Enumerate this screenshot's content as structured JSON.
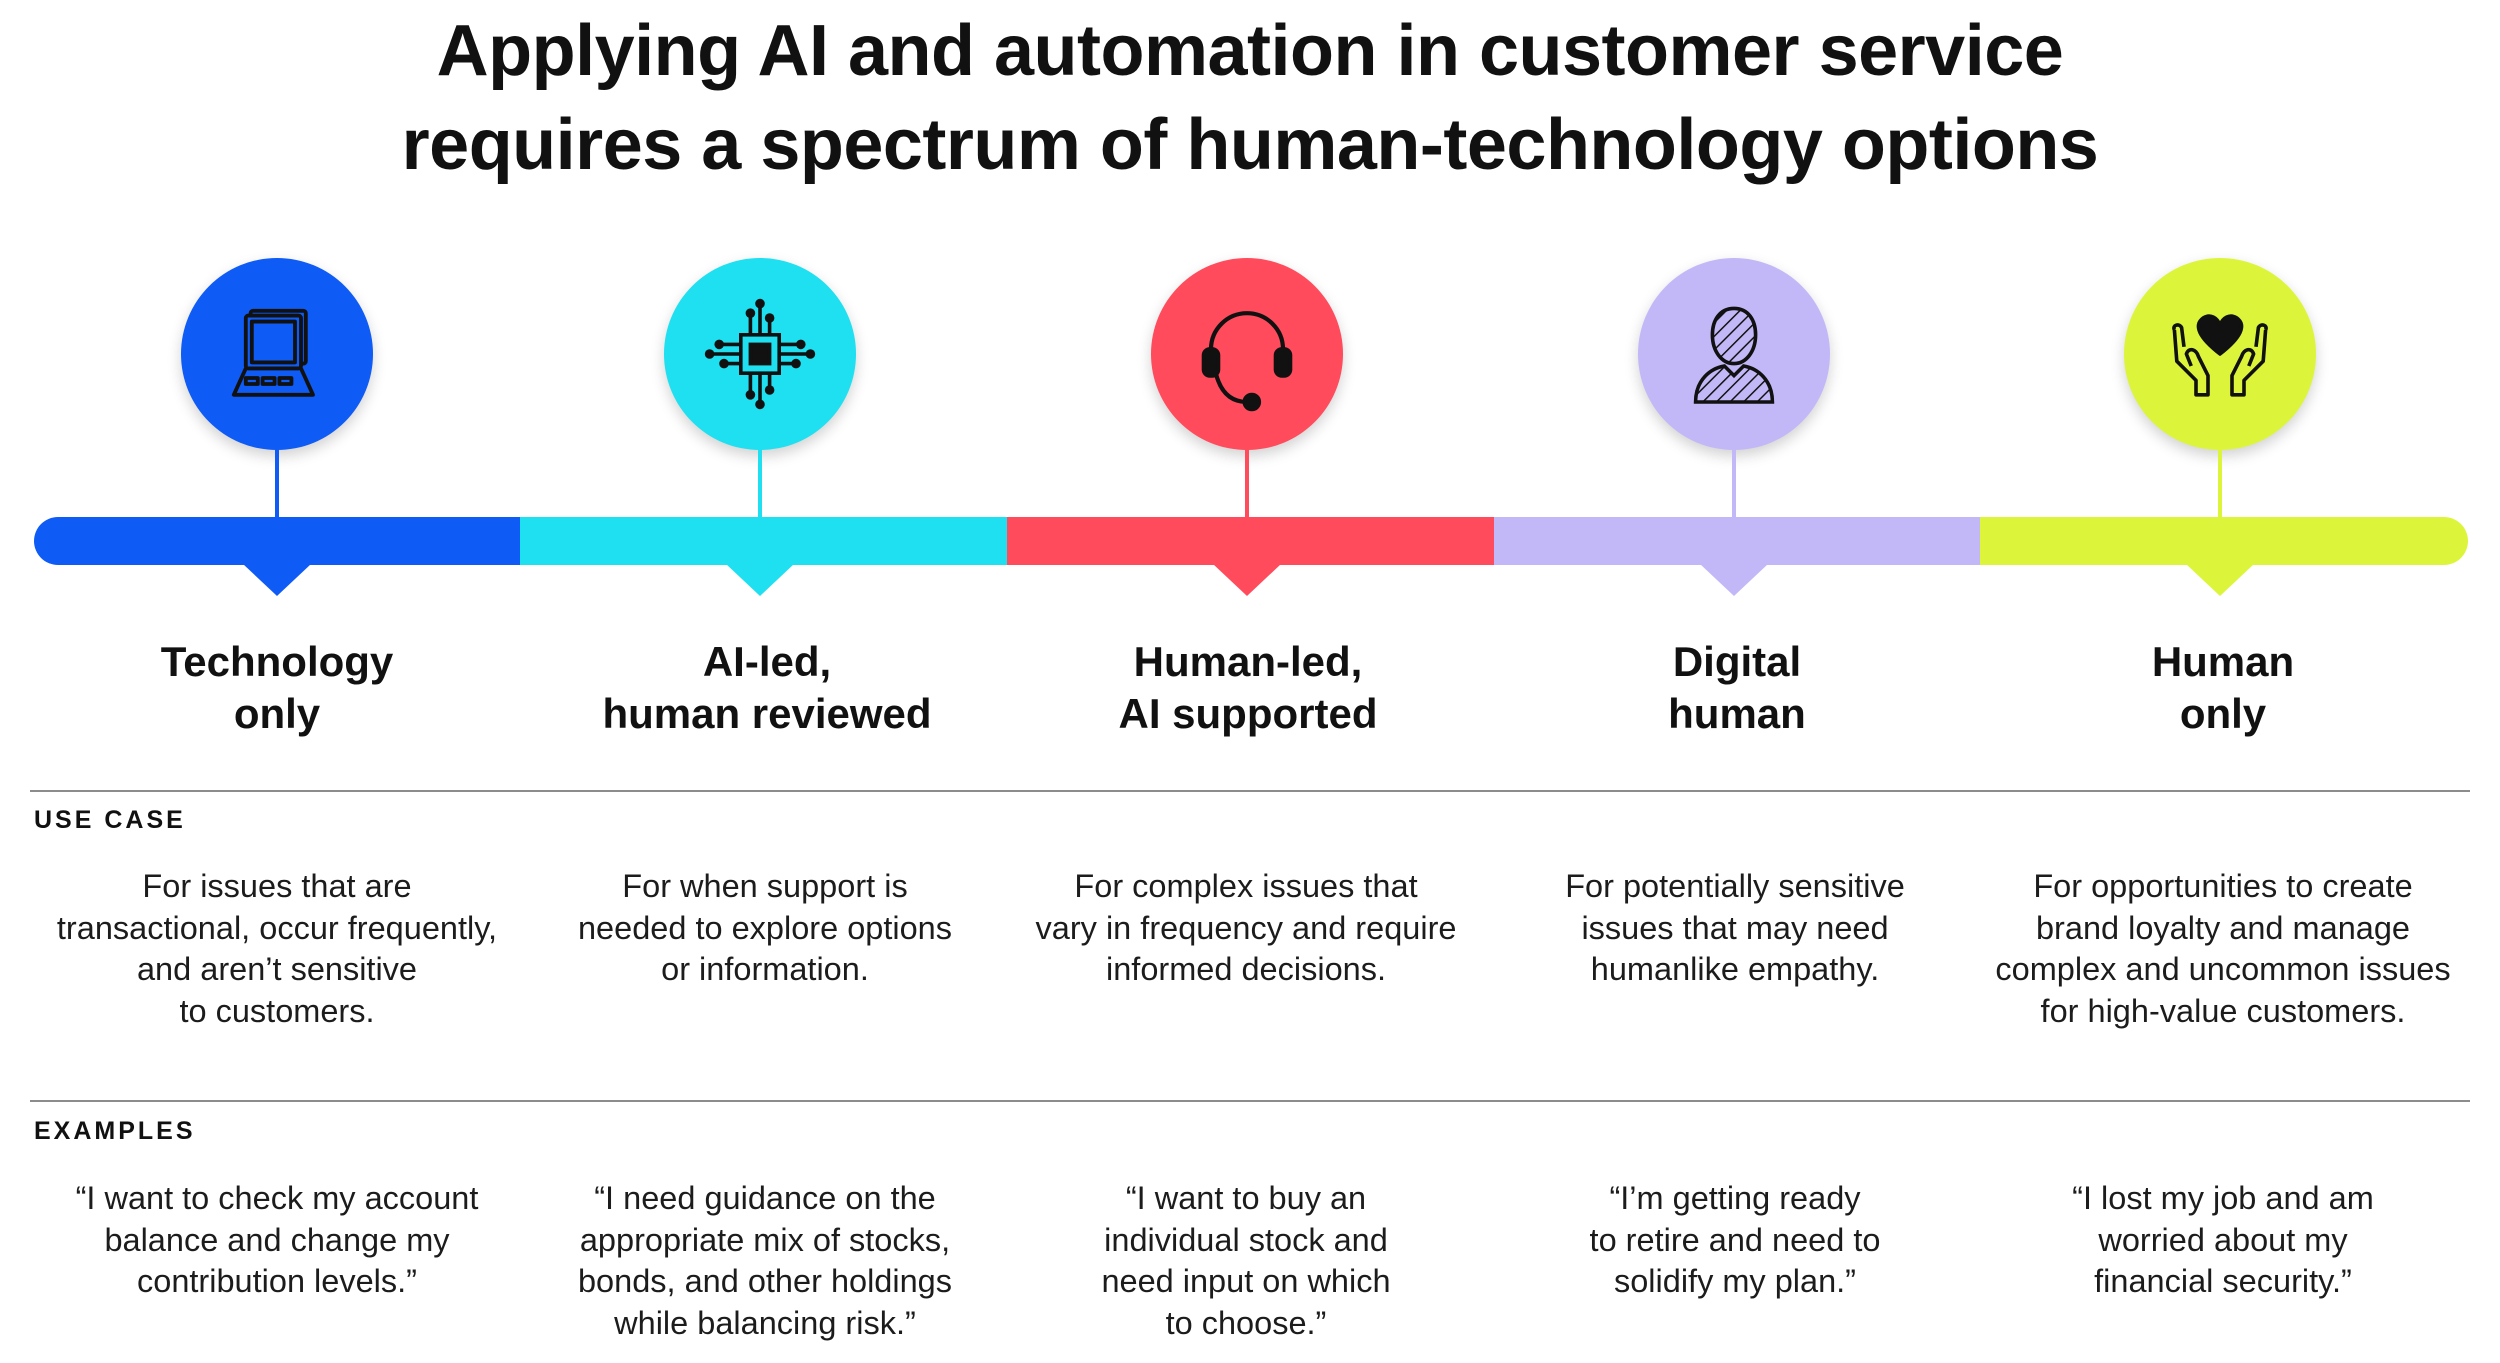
{
  "title": {
    "line1": "Applying AI and automation in customer service",
    "line2": "requires a spectrum of human-technology options"
  },
  "sections": {
    "use_case_label": "USE CASE",
    "examples_label": "EXAMPLES"
  },
  "options": [
    {
      "title_line1": "Technology",
      "title_line2": "only",
      "color": "#0f5bf5",
      "icon": "laptop-icon",
      "use_case": [
        "For issues that are",
        "transactional, occur frequently,",
        "and aren’t sensitive",
        "to customers."
      ],
      "example": [
        "“I want to check my account",
        "balance and change my",
        "contribution levels.”"
      ]
    },
    {
      "title_line1": "AI-led,",
      "title_line2": "human reviewed",
      "color": "#1ee0f0",
      "icon": "chip-icon",
      "use_case": [
        "For when support is",
        "needed to explore options",
        "or information."
      ],
      "example": [
        "“I need guidance on the",
        "appropriate mix of stocks,",
        "bonds, and other holdings",
        "while balancing risk.”"
      ]
    },
    {
      "title_line1": "Human-led,",
      "title_line2": "AI supported",
      "color": "#ff4b5c",
      "icon": "headset-icon",
      "use_case": [
        "For complex issues that",
        "vary in frequency and require",
        "informed decisions."
      ],
      "example": [
        "“I want to buy an",
        "individual stock and",
        "need input on which",
        "to choose.”"
      ]
    },
    {
      "title_line1": "Digital",
      "title_line2": "human",
      "color": "#c2b8f8",
      "icon": "person-icon",
      "use_case": [
        "For potentially sensitive",
        "issues that may need",
        "humanlike empathy."
      ],
      "example": [
        "“I’m getting ready",
        "to retire and need to",
        "solidify my plan.”"
      ]
    },
    {
      "title_line1": "Human",
      "title_line2": "only",
      "color": "#dcf53a",
      "icon": "hands-heart-icon",
      "use_case": [
        "For opportunities to create",
        "brand loyalty and manage",
        "complex and uncommon issues",
        "for high-value customers."
      ],
      "example": [
        "“I lost my job and am",
        "worried about my",
        "financial security.”"
      ]
    }
  ]
}
